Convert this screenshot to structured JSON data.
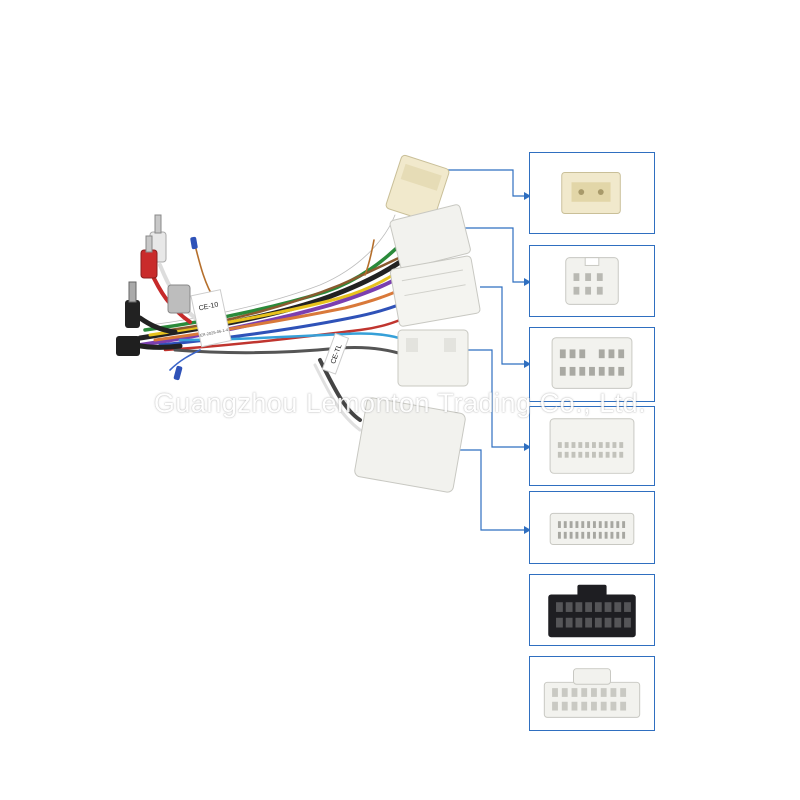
{
  "watermark": {
    "text": "Guangzhou Lemonton Trading Co., Ltd."
  },
  "harness": {
    "tag_primary": "CE-10",
    "tag_secondary": "CE-TL",
    "tag_small_text": "ER-2025-06-1-4"
  },
  "colors": {
    "leader_line": "#2f6fc0",
    "connector_white": "#f2f2ee",
    "connector_cream": "#f1e9cc",
    "connector_black": "#1e1e22"
  },
  "detail_panels": [
    {
      "icon": "connector-cream-2pin-icon"
    },
    {
      "icon": "connector-white-6pin-icon"
    },
    {
      "icon": "connector-white-16pin-icon"
    },
    {
      "icon": "connector-white-24pin-icon"
    },
    {
      "icon": "connector-white-28pin-icon"
    },
    {
      "icon": "connector-black-16pin-icon"
    },
    {
      "icon": "connector-white-20pin-icon"
    }
  ]
}
